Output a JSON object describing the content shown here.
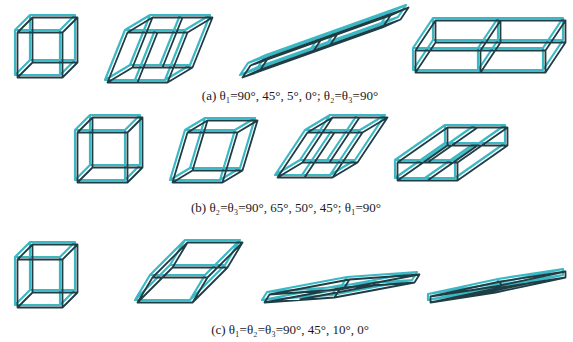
{
  "diagram": {
    "labels": [
      "(a) θ₁=90°, 45°, 5°, 0°; θ₂=θ₃=90°",
      "(b) θ₂=θ₃=90°, 65°, 50°, 45°; θ₁=90°",
      "(c) θ₁=θ₂=θ₃=90°, 45°, 10°, 0°"
    ]
  }
}
